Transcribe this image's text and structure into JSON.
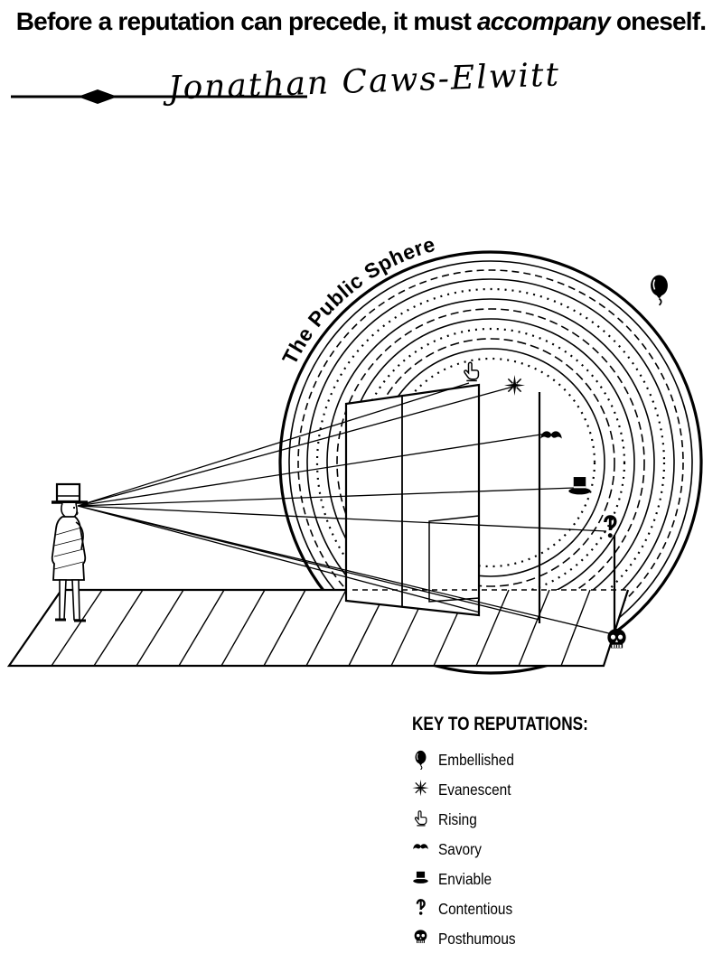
{
  "quote": {
    "prefix": "Before a reputation can precede, it must ",
    "emphasis": "accompany",
    "suffix": " oneself."
  },
  "attribution": {
    "name": "Jonathan Caws-Elwitt"
  },
  "diagram": {
    "arc_label": "The Public Sphere",
    "figure_name": "victorian-gentleman",
    "symbols": [
      "balloon-icon",
      "pointing-hand-icon",
      "star-icon",
      "mustache-icon",
      "top-hat-icon",
      "interrobang-icon",
      "skull-icon"
    ]
  },
  "key": {
    "title": "KEY TO REPUTATIONS:",
    "items": [
      {
        "icon": "balloon-icon",
        "label": "Embellished"
      },
      {
        "icon": "star-icon",
        "label": "Evanescent"
      },
      {
        "icon": "pointing-hand-icon",
        "label": "Rising"
      },
      {
        "icon": "mustache-icon",
        "label": "Savory"
      },
      {
        "icon": "top-hat-icon",
        "label": "Enviable"
      },
      {
        "icon": "interrobang-icon",
        "label": "Contentious"
      },
      {
        "icon": "skull-icon",
        "label": "Posthumous"
      }
    ]
  },
  "colors": {
    "ink": "#000000",
    "background": "#ffffff"
  }
}
